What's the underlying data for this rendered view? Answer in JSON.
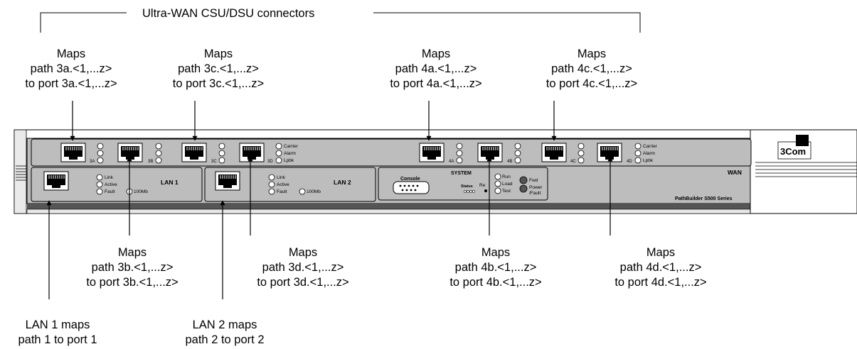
{
  "header": {
    "title": "Ultra-WAN CSU/DSU connectors"
  },
  "callouts": {
    "p3a": {
      "line1": "Maps",
      "line2": "path 3a.<1,...z>",
      "line3": "to port 3a.<1,...z>"
    },
    "p3c": {
      "line1": "Maps",
      "line2": "path 3c.<1,...z>",
      "line3": "to port 3c.<1,...z>"
    },
    "p4a": {
      "line1": "Maps",
      "line2": "path 4a.<1,...z>",
      "line3": "to port 4a.<1,...z>"
    },
    "p4c": {
      "line1": "Maps",
      "line2": "path 4c.<1,...z>",
      "line3": "to port 4c.<1,...z>"
    },
    "p3b": {
      "line1": "Maps",
      "line2": "path 3b.<1,...z>",
      "line3": "to port 3b.<1,...z>"
    },
    "p3d": {
      "line1": "Maps",
      "line2": "path 3d.<1,...z>",
      "line3": "to port 3d.<1,...z>"
    },
    "p4b": {
      "line1": "Maps",
      "line2": "path 4b.<1,...z>",
      "line3": "to port 4b.<1,...z>"
    },
    "p4d": {
      "line1": "Maps",
      "line2": "path 4d.<1,...z>",
      "line3": "to port 4d.<1,...z>"
    },
    "lan1": {
      "line1": "LAN 1 maps",
      "line2": "path 1 to port 1"
    },
    "lan2": {
      "line1": "LAN 2 maps",
      "line2": "path 2 to port 2"
    }
  },
  "device": {
    "brand": "3Com",
    "model": "PathBuilder S500 Series",
    "wan_label": "WAN",
    "wan_port_ids": [
      "3A",
      "3B",
      "3C",
      "3D",
      "4A",
      "4B",
      "4C",
      "4D"
    ],
    "wan_leds": [
      "Carrier",
      "Alarm",
      "Lpbk"
    ],
    "lan1": {
      "title": "LAN 1",
      "leds": [
        "Link",
        "Active",
        "Fault"
      ],
      "speed": "100Mb"
    },
    "lan2": {
      "title": "LAN 2",
      "leds": [
        "Link",
        "Active",
        "Fault"
      ],
      "speed": "100Mb"
    },
    "system": {
      "title": "SYSTEM",
      "console": "Console",
      "status": "Status",
      "reset": "Re",
      "leds": [
        "Run",
        "Load",
        "Test"
      ],
      "fwd": "Fwd",
      "power_line1": "Power",
      "power_line2": "/Fault"
    }
  }
}
